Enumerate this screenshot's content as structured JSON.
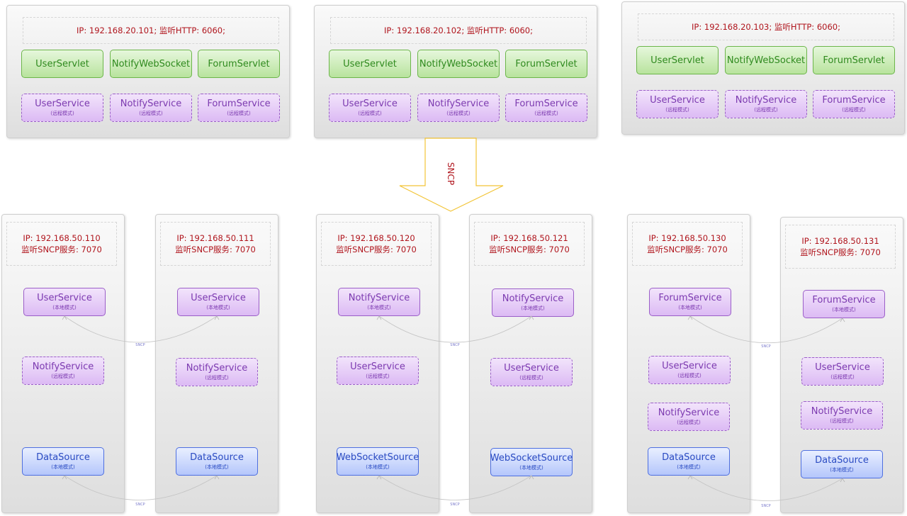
{
  "top_servers": [
    {
      "ip_line": "IP: 192.168.20.101;   监听HTTP: 6060;",
      "servlets": [
        "UserServlet",
        "NotifyWebSocket",
        "ForumServlet"
      ],
      "services": [
        {
          "name": "UserService",
          "mode": "(远程模式)"
        },
        {
          "name": "NotifyService",
          "mode": "(远程模式)"
        },
        {
          "name": "ForumService",
          "mode": "(远程模式)"
        }
      ]
    },
    {
      "ip_line": "IP: 192.168.20.102;   监听HTTP: 6060;",
      "servlets": [
        "UserServlet",
        "NotifyWebSocket",
        "ForumServlet"
      ],
      "services": [
        {
          "name": "UserService",
          "mode": "(远程模式)"
        },
        {
          "name": "NotifyService",
          "mode": "(远程模式)"
        },
        {
          "name": "ForumService",
          "mode": "(远程模式)"
        }
      ]
    },
    {
      "ip_line": "IP: 192.168.20.103;   监听HTTP: 6060;",
      "servlets": [
        "UserServlet",
        "NotifyWebSocket",
        "ForumServlet"
      ],
      "services": [
        {
          "name": "UserService",
          "mode": "(远程模式)"
        },
        {
          "name": "NotifyService",
          "mode": "(远程模式)"
        },
        {
          "name": "ForumService",
          "mode": "(远程模式)"
        }
      ]
    }
  ],
  "arrow_label": "SNCP",
  "link_label": "SNCP",
  "bottom_servers": [
    {
      "ip": "IP: 192.168.50.110",
      "listen": "监听SNCP服务: 7070",
      "boxes": [
        {
          "name": "UserService",
          "mode": "(本地模式)",
          "style": "local"
        },
        {
          "name": "NotifyService",
          "mode": "(远程模式)",
          "style": "remote"
        },
        {
          "name": "DataSource",
          "mode": "(本地模式)",
          "style": "source"
        }
      ]
    },
    {
      "ip": "IP: 192.168.50.111",
      "listen": "监听SNCP服务: 7070",
      "boxes": [
        {
          "name": "UserService",
          "mode": "(本地模式)",
          "style": "local"
        },
        {
          "name": "NotifyService",
          "mode": "(远程模式)",
          "style": "remote"
        },
        {
          "name": "DataSource",
          "mode": "(本地模式)",
          "style": "source"
        }
      ]
    },
    {
      "ip": "IP: 192.168.50.120",
      "listen": "监听SNCP服务: 7070",
      "boxes": [
        {
          "name": "NotifyService",
          "mode": "(本地模式)",
          "style": "local"
        },
        {
          "name": "UserService",
          "mode": "(远程模式)",
          "style": "remote"
        },
        {
          "name": "WebSocketSource",
          "mode": "(本地模式)",
          "style": "source"
        }
      ]
    },
    {
      "ip": "IP: 192.168.50.121",
      "listen": "监听SNCP服务: 7070",
      "boxes": [
        {
          "name": "NotifyService",
          "mode": "(本地模式)",
          "style": "local"
        },
        {
          "name": "UserService",
          "mode": "(远程模式)",
          "style": "remote"
        },
        {
          "name": "WebSocketSource",
          "mode": "(本地模式)",
          "style": "source"
        }
      ]
    },
    {
      "ip": "IP: 192.168.50.130",
      "listen": "监听SNCP服务: 7070",
      "boxes": [
        {
          "name": "ForumService",
          "mode": "(本地模式)",
          "style": "local"
        },
        {
          "name": "UserService",
          "mode": "(远程模式)",
          "style": "remote"
        },
        {
          "name": "NotifyService",
          "mode": "(远程模式)",
          "style": "remote"
        },
        {
          "name": "DataSource",
          "mode": "(本地模式)",
          "style": "source"
        }
      ]
    },
    {
      "ip": "IP: 192.168.50.131",
      "listen": "监听SNCP服务: 7070",
      "boxes": [
        {
          "name": "ForumService",
          "mode": "(本地模式)",
          "style": "local"
        },
        {
          "name": "UserService",
          "mode": "(远程模式)",
          "style": "remote"
        },
        {
          "name": "NotifyService",
          "mode": "(远程模式)",
          "style": "remote"
        },
        {
          "name": "DataSource",
          "mode": "(本地模式)",
          "style": "source"
        }
      ]
    }
  ],
  "colors": {
    "ip_text": "#b0151d",
    "green": "#2f8a1e",
    "purple": "#7c3ab0",
    "blue": "#2a4bc2",
    "arrow": "#f2c436"
  }
}
